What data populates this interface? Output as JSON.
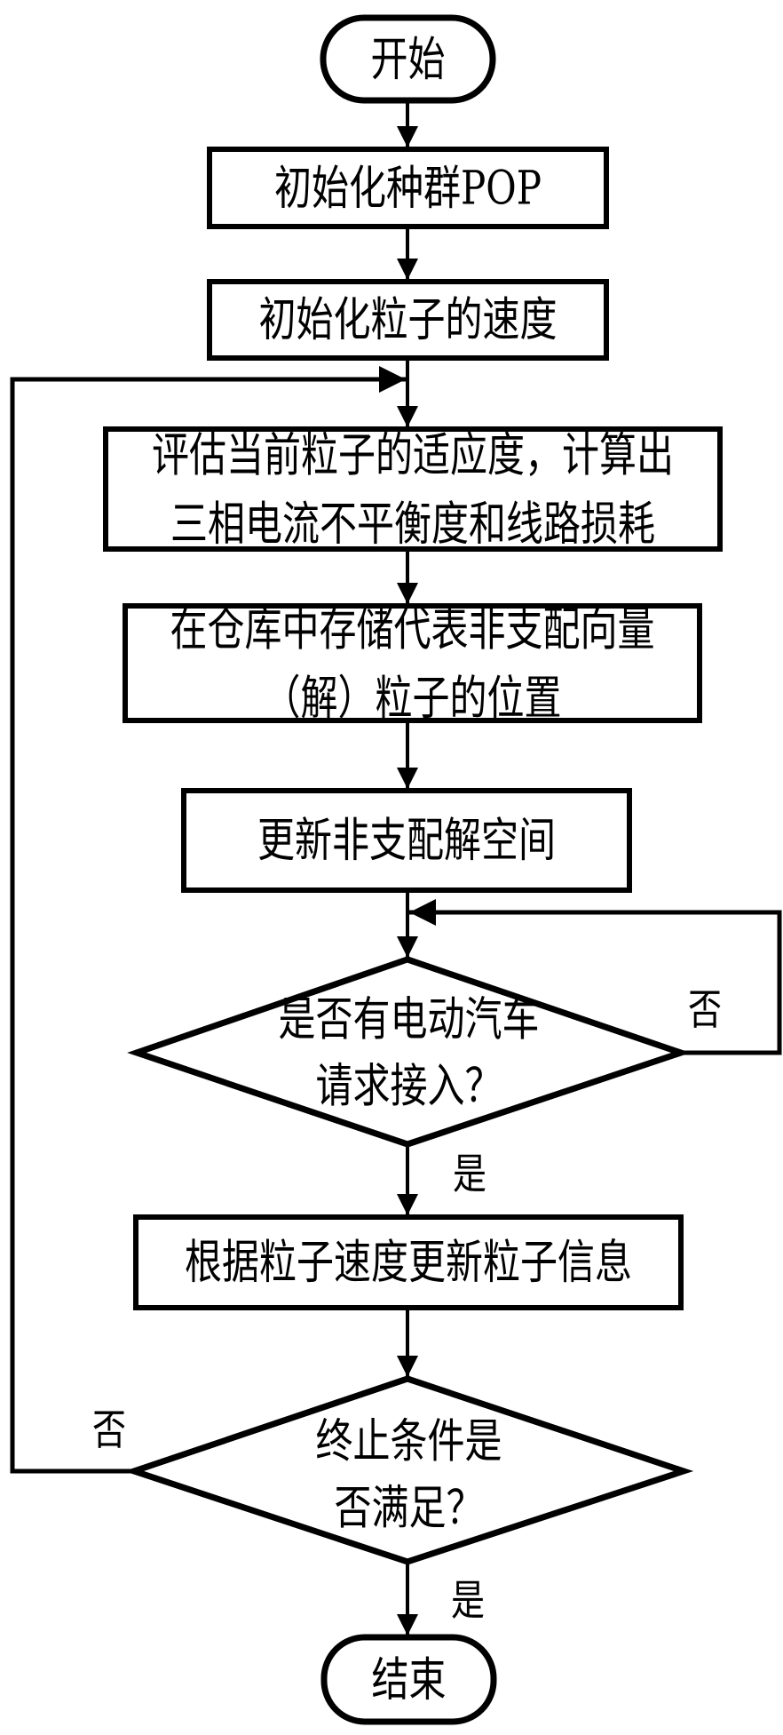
{
  "nodes": {
    "start": "开始",
    "init_pop": "初始化种群POP",
    "init_velocity": "初始化粒子的速度",
    "evaluate": "评估当前粒子的适应度，计算出\n三相电流不平衡度和线路损耗",
    "store": "在仓库中存储代表非支配向量\n（解）粒子的位置",
    "update_space": "更新非支配解空间",
    "ev_request": "是否有电动汽车\n请求接入？",
    "update_particles": "根据粒子速度更新粒子信息",
    "termination": "终止条件是\n否满足？",
    "end": "结束"
  },
  "edge_labels": {
    "ev_request_no": "否",
    "ev_request_yes": "是",
    "termination_no": "否",
    "termination_yes": "是"
  },
  "colors": {
    "stroke": "#000000",
    "background": "#ffffff"
  }
}
